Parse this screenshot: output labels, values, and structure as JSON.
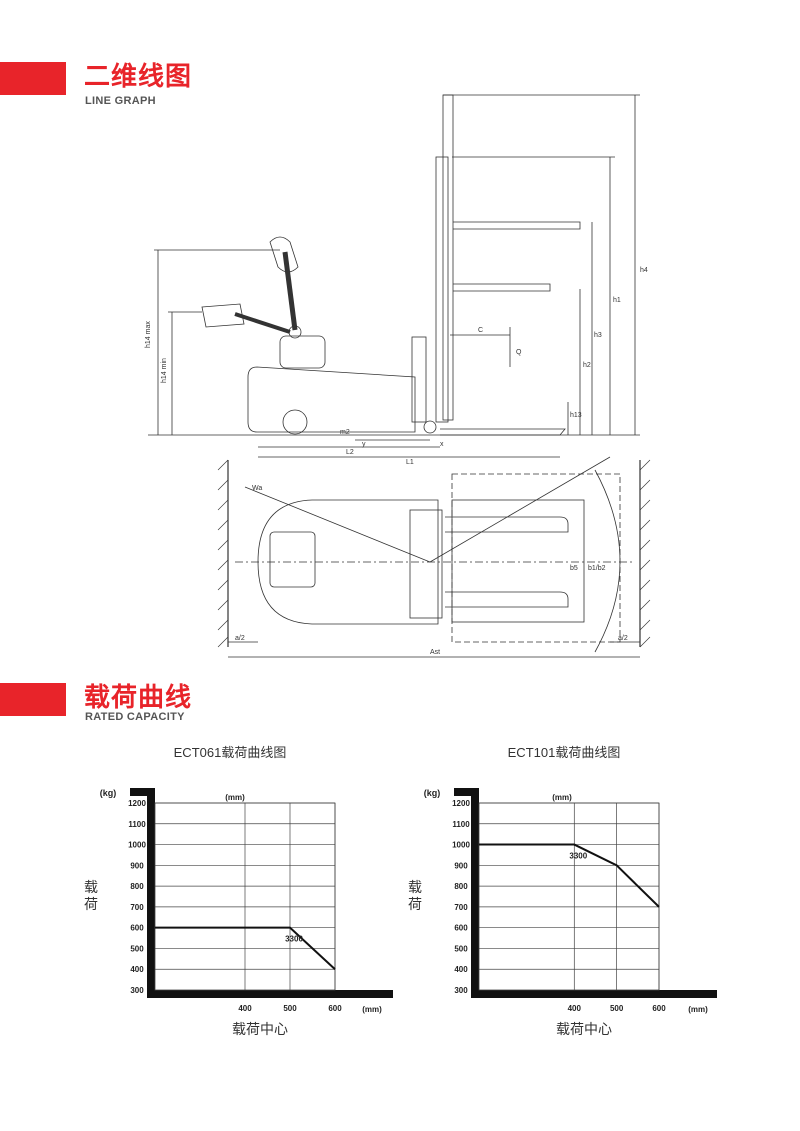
{
  "section1": {
    "title": "二维线图",
    "subtitle": "LINE GRAPH"
  },
  "section2": {
    "title": "载荷曲线",
    "subtitle": "RATED CAPACITY"
  },
  "drawing_labels": {
    "h4": "h4",
    "h1": "h1",
    "h3": "h3",
    "h2": "h2",
    "h13": "h13",
    "h14max": "h14 max",
    "h14min": "h14 min",
    "c": "C",
    "q": "Q",
    "l2": "L2",
    "l1": "L1",
    "y": "y",
    "x": "x",
    "m2": "m2",
    "wa": "Wa",
    "b1b2": "b1/b2",
    "b5": "b5",
    "a2": "a/2",
    "ast": "Ast"
  },
  "chart_data": [
    {
      "type": "line",
      "title": "ECT061载荷曲线图",
      "ylabel": "载荷",
      "xlabel": "载荷中心",
      "y_unit": "(kg)",
      "x_unit": "(mm)",
      "top_unit": "(mm)",
      "annotation": "3300",
      "y_ticks": [
        300,
        400,
        500,
        600,
        700,
        800,
        900,
        1000,
        1100,
        1200
      ],
      "x_ticks": [
        400,
        500,
        600
      ],
      "xlim": [
        200,
        600
      ],
      "ylim": [
        300,
        1200
      ],
      "series": [
        {
          "x": [
            200,
            500,
            600
          ],
          "y": [
            600,
            600,
            400
          ]
        }
      ],
      "annotation_point": [
        500,
        600
      ]
    },
    {
      "type": "line",
      "title": "ECT101载荷曲线图",
      "ylabel": "载荷",
      "xlabel": "载荷中心",
      "y_unit": "(kg)",
      "x_unit": "(mm)",
      "top_unit": "(mm)",
      "annotation": "3300",
      "y_ticks": [
        300,
        400,
        500,
        600,
        700,
        800,
        900,
        1000,
        1100,
        1200
      ],
      "x_ticks": [
        400,
        500,
        600
      ],
      "xlim": [
        175,
        600
      ],
      "ylim": [
        300,
        1200
      ],
      "series": [
        {
          "x": [
            175,
            400,
            500,
            600
          ],
          "y": [
            1000,
            1000,
            900,
            700
          ]
        }
      ],
      "annotation_point": [
        400,
        1000
      ]
    }
  ]
}
